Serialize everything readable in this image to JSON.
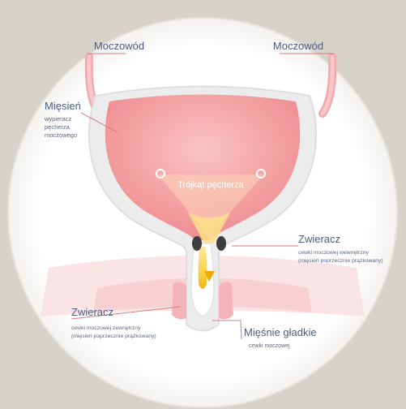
{
  "labels": {
    "ureter_left": "Moczowód",
    "ureter_right": "Moczowód",
    "muscle_title": "Mięsień",
    "muscle_sub_1": "wypieracz",
    "muscle_sub_2": "pęcherza",
    "muscle_sub_3": "moczowego",
    "trigone": "Trójkąt pęcherza",
    "internal_title": "Zwieracz",
    "internal_sub_1": "cewki moczowej wewnętrzny",
    "internal_sub_2": "(mięsień poprzecznie prążkowany)",
    "external_title": "Zwieracz",
    "external_sub_1": "cewki moczowej zewnętrzny",
    "external_sub_2": "(mięsień poprzecznie prążkowany)",
    "smooth_title": "Mięśnie gładkie",
    "smooth_sub": "cewki moczowej"
  },
  "colors": {
    "background": "#d8d3ca",
    "circle": "#ffffff",
    "bladder_fill": "#f4a3a3",
    "wall": "#efefef",
    "urine_yellow": "#f5c21a",
    "label_text": "#4a5d86",
    "leader_line": "#d77a86"
  }
}
